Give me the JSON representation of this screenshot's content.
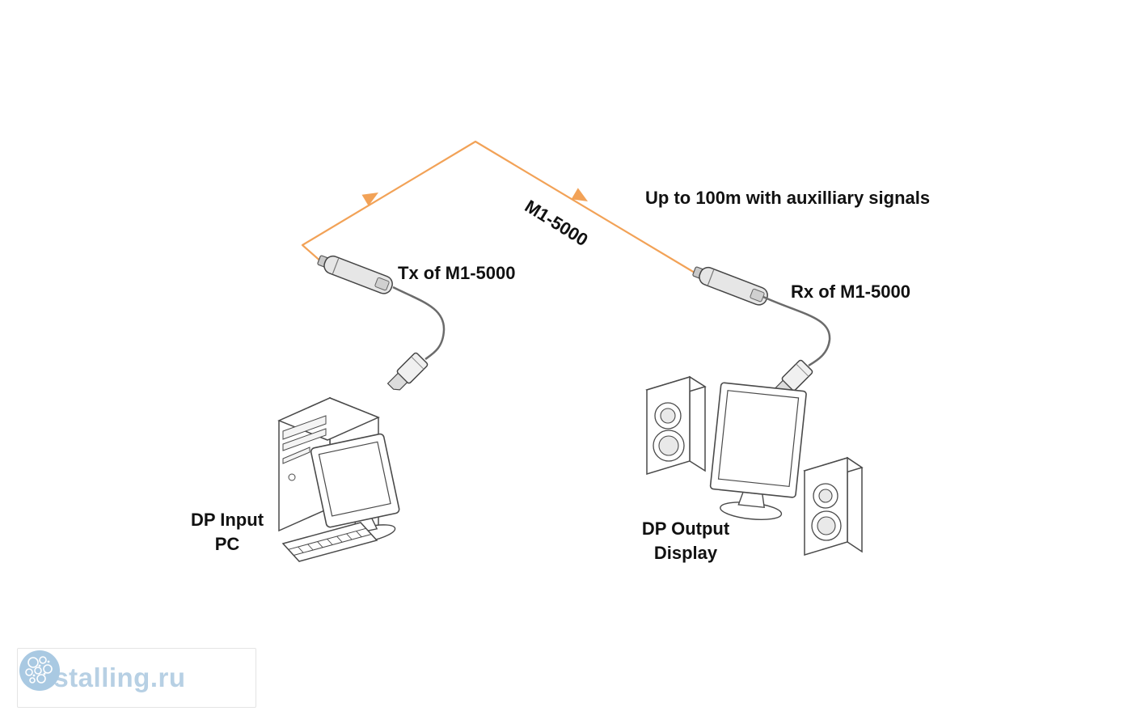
{
  "diagram": {
    "labels": {
      "tx": "Tx of M1-5000",
      "rx": "Rx of M1-5000",
      "cable": "M1-5000",
      "range_note": "Up to 100m with auxilliary signals",
      "input_line1": "DP Input",
      "input_line2": "PC",
      "output_line1": "DP Output",
      "output_line2": "Display"
    },
    "colors": {
      "fiber_cable": "#F2A257",
      "outline": "#4A4A4A",
      "text": "#111111"
    }
  },
  "watermark": {
    "text": "installing.ru",
    "text_color": "#B7D0E4",
    "logo_color": "#A9C9E2"
  }
}
